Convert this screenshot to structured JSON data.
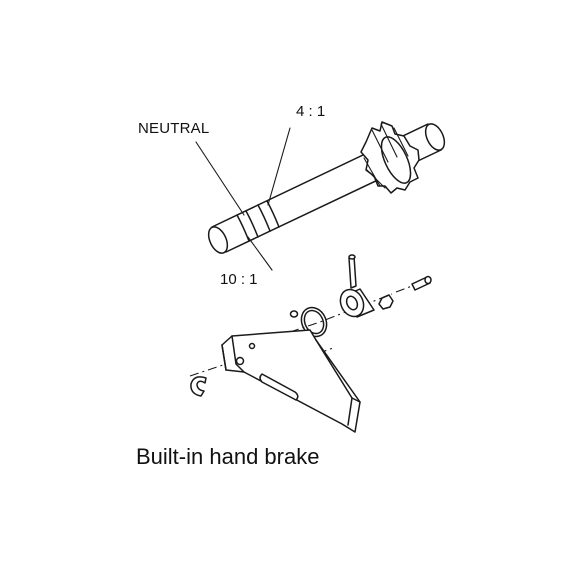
{
  "labels": {
    "neutral": "NEUTRAL",
    "ratio_high": "4 : 1",
    "ratio_low": "10 : 1"
  },
  "caption": "Built-in hand brake",
  "colors": {
    "line": "#1a1a1a",
    "background": "#ffffff"
  }
}
